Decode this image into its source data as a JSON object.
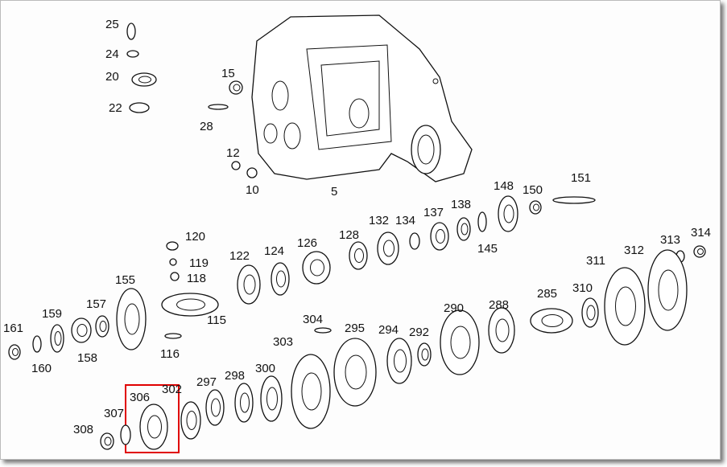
{
  "diagram": {
    "title": "Transmission exploded parts diagram",
    "highlight_color": "#e00000",
    "highlighted_part": "306",
    "part_labels": [
      "25",
      "24",
      "20",
      "22",
      "15",
      "28",
      "12",
      "10",
      "5",
      "148",
      "150",
      "151",
      "145",
      "138",
      "137",
      "134",
      "132",
      "128",
      "126",
      "124",
      "122",
      "120",
      "119",
      "118",
      "115",
      "116",
      "155",
      "157",
      "159",
      "161",
      "160",
      "158",
      "314",
      "313",
      "312",
      "311",
      "310",
      "285",
      "288",
      "290",
      "292",
      "294",
      "295",
      "304",
      "303",
      "300",
      "298",
      "297",
      "302",
      "306",
      "307",
      "308"
    ]
  }
}
